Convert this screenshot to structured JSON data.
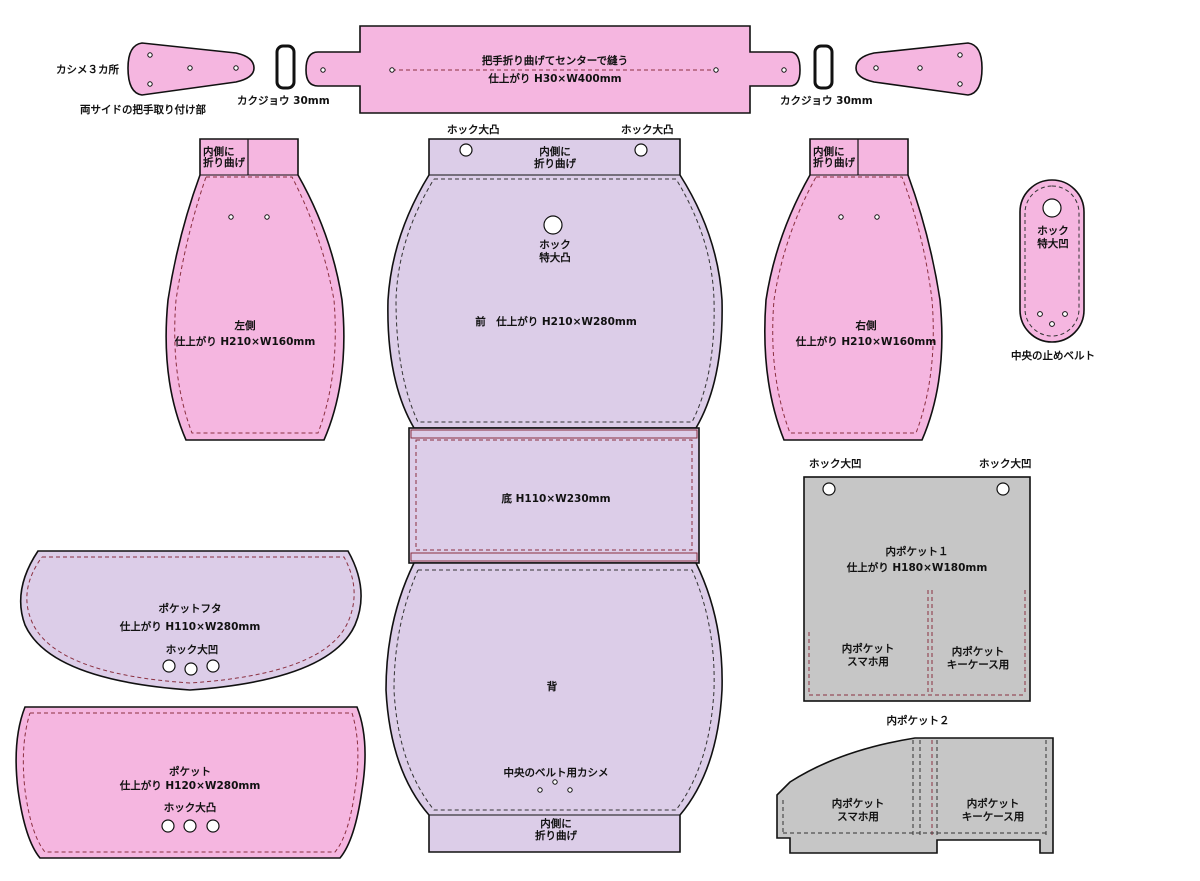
{
  "colors": {
    "pink": "#f5b6e0",
    "lavender": "#dccde8",
    "gray": "#c6c6c6",
    "outline": "#111111",
    "seam": "#8a3040"
  },
  "top": {
    "kashime_3": "カシメ３カ所",
    "side_attach": "両サイドの把手取り付け部",
    "kakujo_left": "カクジョウ 30mm",
    "kakujo_right": "カクジョウ 30mm",
    "handle_line1": "把手折り曲げてセンターで縫う",
    "handle_line2": "仕上がり H30×W400mm"
  },
  "front": {
    "hook_left": "ホック大凸",
    "hook_right": "ホック大凸",
    "fold_1": "内側に",
    "fold_2": "折り曲げ",
    "hook_center_1": "ホック",
    "hook_center_2": "特大凸",
    "size": "前　仕上がり H210×W280mm"
  },
  "left_side": {
    "fold_1": "内側に",
    "fold_2": "折り曲げ",
    "name": "左側",
    "size": "仕上がり H210×W160mm"
  },
  "right_side": {
    "fold_1": "内側に",
    "fold_2": "折り曲げ",
    "name": "右側",
    "size": "仕上がり H210×W160mm"
  },
  "belt": {
    "hook_1": "ホック",
    "hook_2": "特大凹",
    "name": "中央の止めベルト"
  },
  "bottom": {
    "size": "底 H110×W230mm"
  },
  "back": {
    "name": "背",
    "kashime": "中央のベルト用カシメ",
    "fold_1": "内側に",
    "fold_2": "折り曲げ"
  },
  "pocket_flap": {
    "name": "ポケットフタ",
    "size": "仕上がり H110×W280mm",
    "hook": "ホック大凹"
  },
  "pocket": {
    "name": "ポケット",
    "size": "仕上がり H120×W280mm",
    "hook": "ホック大凸"
  },
  "inner_pocket1": {
    "hook_left": "ホック大凹",
    "hook_right": "ホック大凹",
    "name": "内ポケット１",
    "size": "仕上がり H180×W180mm",
    "phone_1": "内ポケット",
    "phone_2": "スマホ用",
    "key_1": "内ポケット",
    "key_2": "キーケース用"
  },
  "inner_pocket2": {
    "title": "内ポケット２",
    "phone_1": "内ポケット",
    "phone_2": "スマホ用",
    "key_1": "内ポケット",
    "key_2": "キーケース用"
  }
}
